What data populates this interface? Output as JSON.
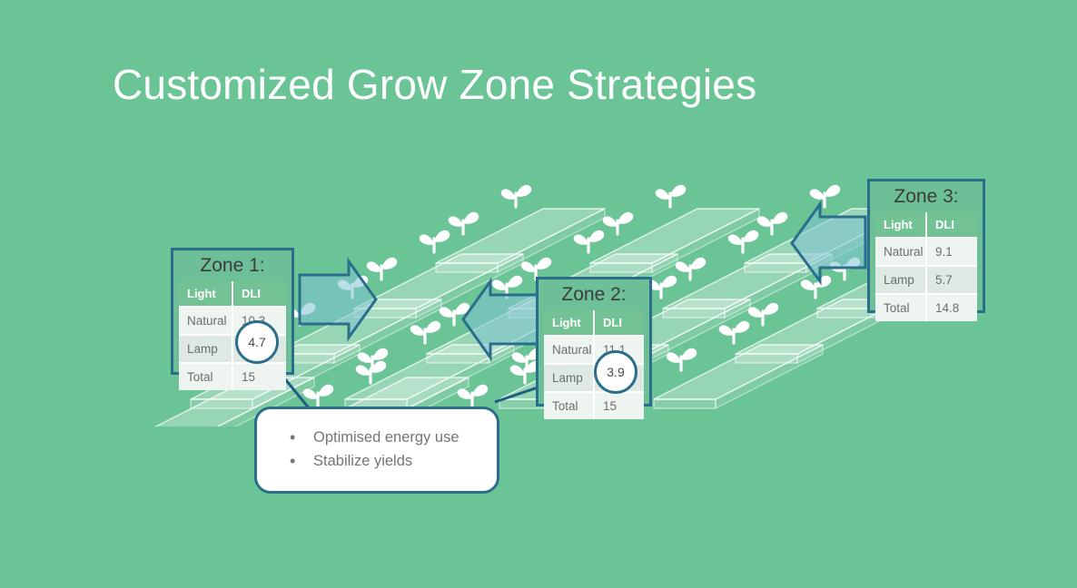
{
  "slide": {
    "title": "Customized Grow Zone Strategies",
    "background_color": "#6ac495",
    "accent_color": "#2b6e8c",
    "table_header_color": "#72c293"
  },
  "zones": [
    {
      "id": "zone-1",
      "title": "Zone 1:",
      "columns": [
        "Light",
        "DLI"
      ],
      "rows": [
        {
          "label": "Natural",
          "value": "10.3",
          "highlighted": false
        },
        {
          "label": "Lamp",
          "value": "4.7",
          "highlighted": true
        },
        {
          "label": "Total",
          "value": "15",
          "highlighted": false
        }
      ]
    },
    {
      "id": "zone-2",
      "title": "Zone 2:",
      "columns": [
        "Light",
        "DLI"
      ],
      "rows": [
        {
          "label": "Natural",
          "value": "11.1",
          "highlighted": false
        },
        {
          "label": "Lamp",
          "value": "3.9",
          "highlighted": true
        },
        {
          "label": "Total",
          "value": "15",
          "highlighted": false
        }
      ]
    },
    {
      "id": "zone-3",
      "title": "Zone 3:",
      "columns": [
        "Light",
        "DLI"
      ],
      "rows": [
        {
          "label": "Natural",
          "value": "9.1",
          "highlighted": false
        },
        {
          "label": "Lamp",
          "value": "5.7",
          "highlighted": false
        },
        {
          "label": "Total",
          "value": "14.8",
          "highlighted": false
        }
      ]
    }
  ],
  "callout": {
    "bullets": [
      "Optimised energy use",
      "Stabilize yields"
    ]
  },
  "graphic": {
    "description": "isometric-grow-beds-with-seedlings",
    "arrows": [
      {
        "name": "arrow-zone-1-right",
        "direction": "right"
      },
      {
        "name": "arrow-zone-2-left",
        "direction": "left"
      },
      {
        "name": "arrow-zone-3-left",
        "direction": "left"
      }
    ]
  }
}
